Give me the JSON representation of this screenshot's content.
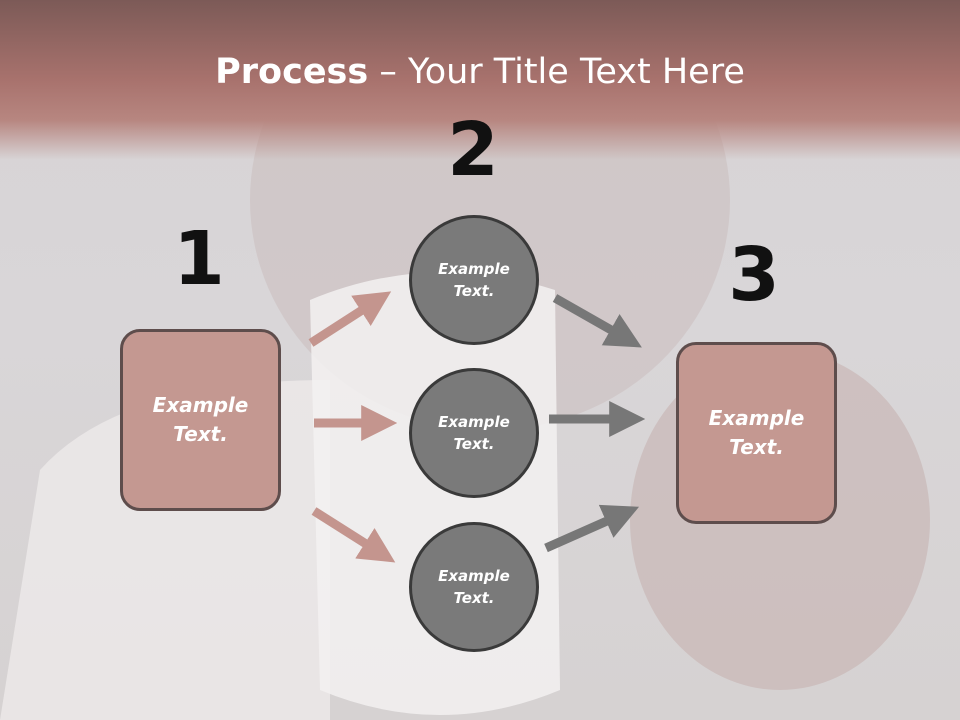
{
  "title": {
    "bold": "Process",
    "rest": " – Your Title Text Here"
  },
  "steps": [
    {
      "number": "1",
      "text": "Example Text."
    },
    {
      "number": "2",
      "items": [
        "Example Text.",
        "Example Text.",
        "Example Text."
      ]
    },
    {
      "number": "3",
      "text": "Example Text."
    }
  ],
  "colors": {
    "header": "#a8726d",
    "box_fill": "#c49891",
    "circle_fill": "#7a7a7a",
    "arrow_pink": "#c4958e",
    "arrow_gray": "#777777"
  }
}
